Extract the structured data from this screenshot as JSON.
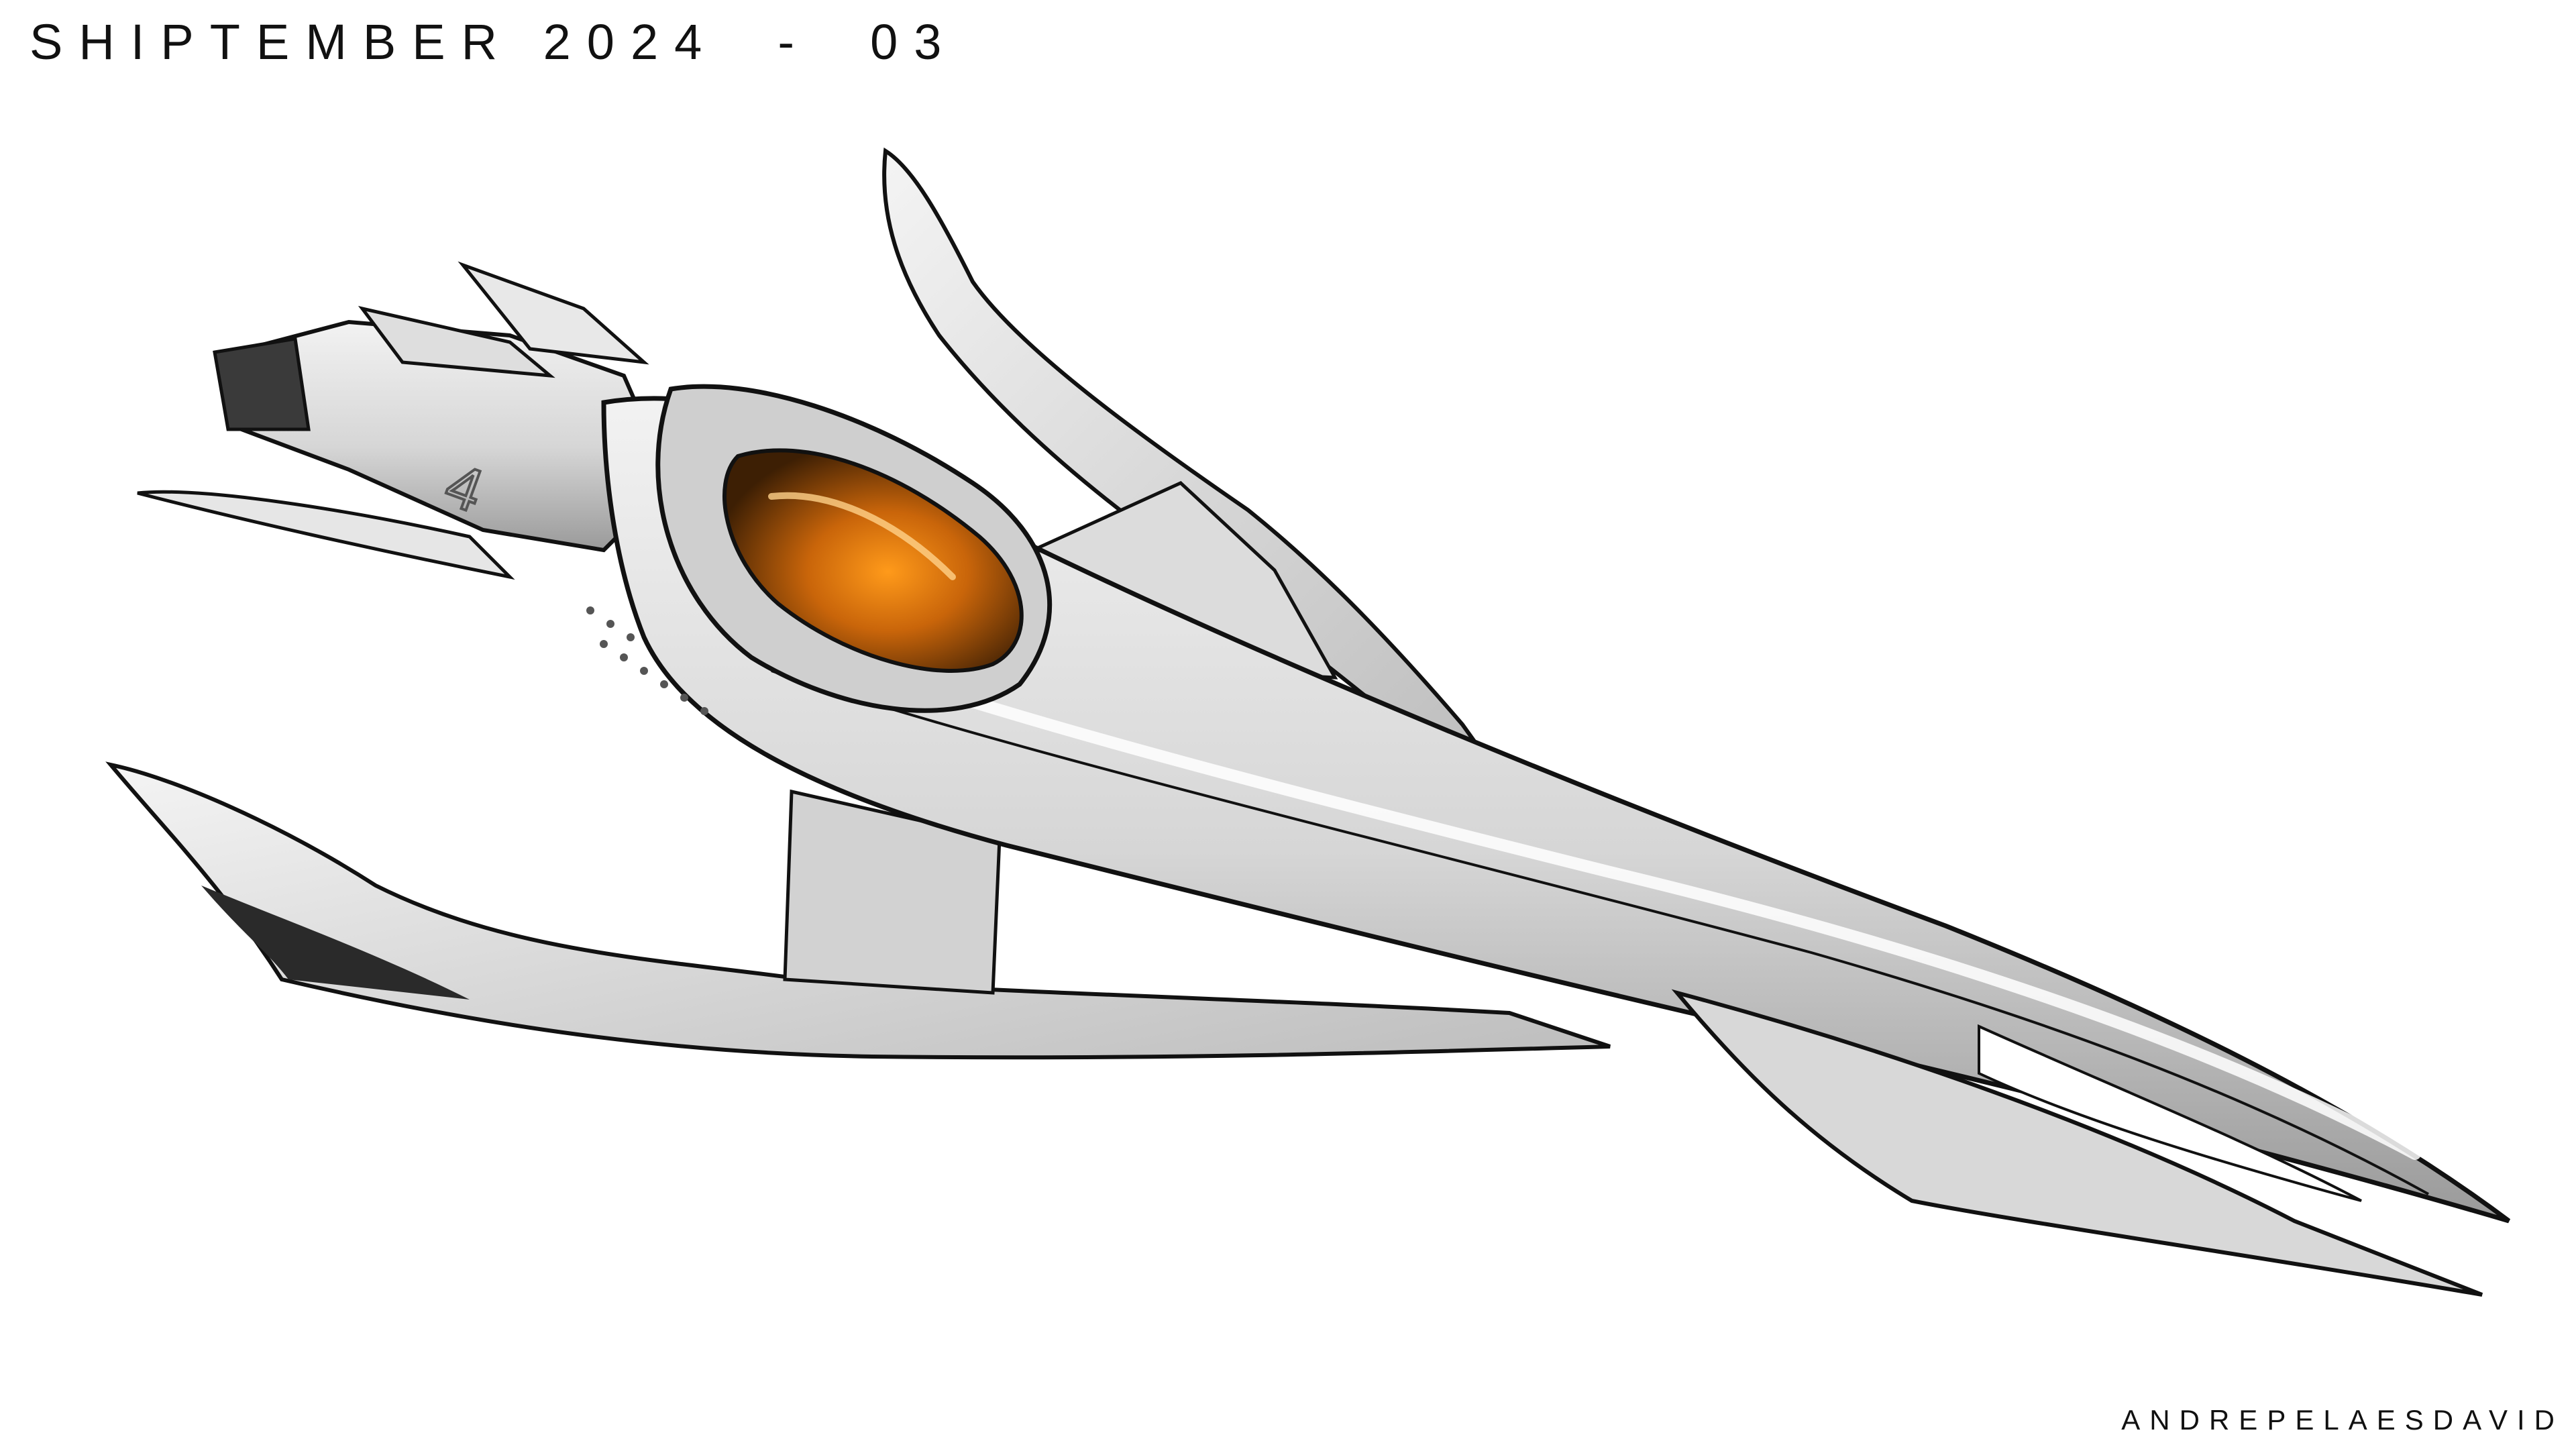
{
  "title": "SHIPTEMBER 2024  -  03",
  "signature": "ANDREPELAESDAVID",
  "hull_number": "4",
  "colors": {
    "background": "#ffffff",
    "ink": "#111111",
    "hull_light": "#e4e4e4",
    "hull_mid": "#c8c8c8",
    "hull_shadow": "#8a8a8a",
    "canopy_glow": "#e8860e",
    "canopy_dark": "#4a2604"
  }
}
